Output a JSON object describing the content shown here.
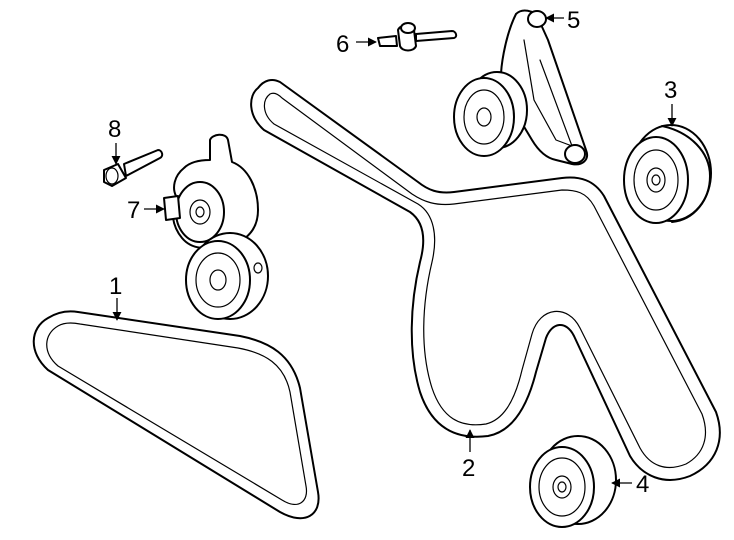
{
  "diagram": {
    "parts": [
      {
        "id": "belt-a",
        "callout": "1"
      },
      {
        "id": "belt-b",
        "callout": "2"
      },
      {
        "id": "idler-pulley-upper",
        "callout": "3"
      },
      {
        "id": "idler-pulley-lower",
        "callout": "4"
      },
      {
        "id": "idler-bracket",
        "callout": "5"
      },
      {
        "id": "bracket-bolt",
        "callout": "6"
      },
      {
        "id": "tensioner",
        "callout": "7"
      },
      {
        "id": "tensioner-bolt",
        "callout": "8"
      }
    ]
  },
  "colors": {
    "line": "#000000",
    "background": "#ffffff"
  }
}
